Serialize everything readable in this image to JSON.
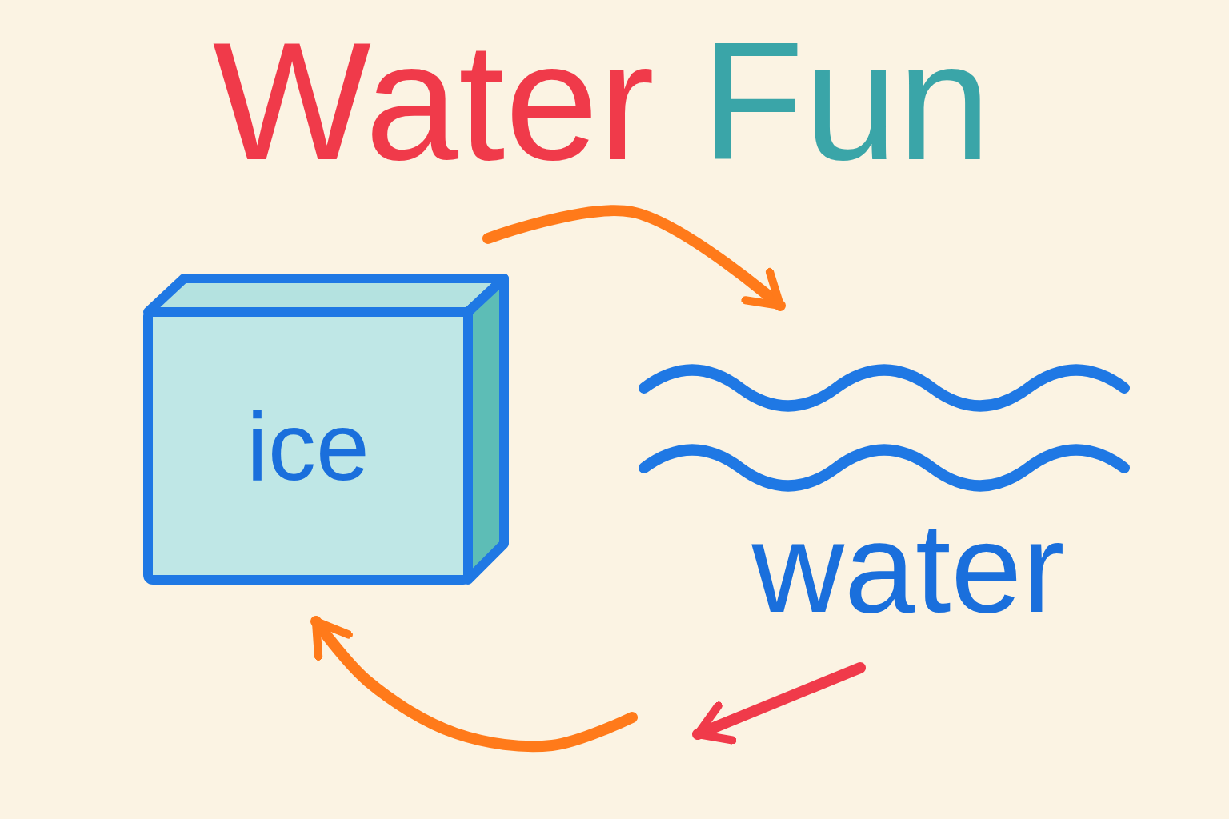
{
  "diagram": {
    "title": "Water Fun",
    "nodes": [
      {
        "text": [
          "ice"
        ]
      },
      {
        "text": [
          "water"
        ]
      }
    ],
    "edges": [
      {
        "from": 0,
        "to": 1,
        "arrow": "to"
      },
      {
        "from": 1,
        "to": 0,
        "arrow": "to"
      }
    ]
  }
}
